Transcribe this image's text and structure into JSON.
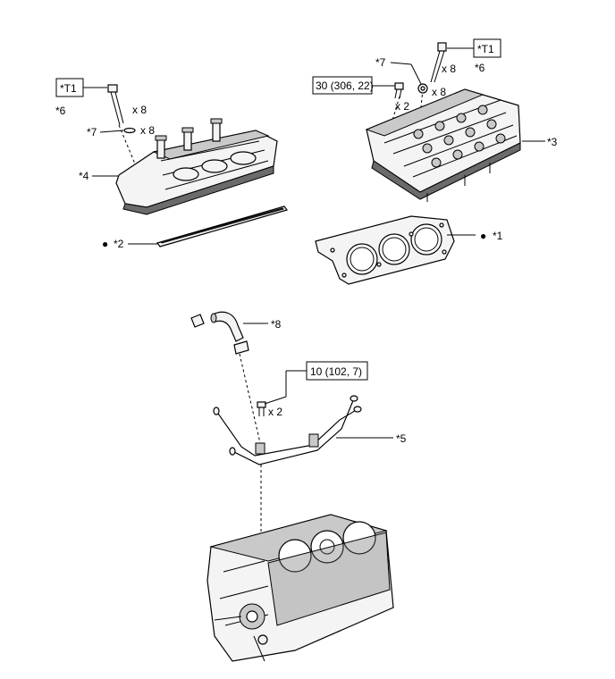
{
  "labels": {
    "t1": "*T1",
    "n1": "*1",
    "n2": "*2",
    "n3": "*3",
    "n4": "*4",
    "n5": "*5",
    "n6": "*6",
    "n7": "*7",
    "n8": "*8"
  },
  "counts": {
    "x8": "x 8",
    "x2": "x 2"
  },
  "torque": {
    "head_bolt": "30 (306, 22)",
    "pipe_bolt": "10 (102, 7)"
  },
  "bullet": "●"
}
